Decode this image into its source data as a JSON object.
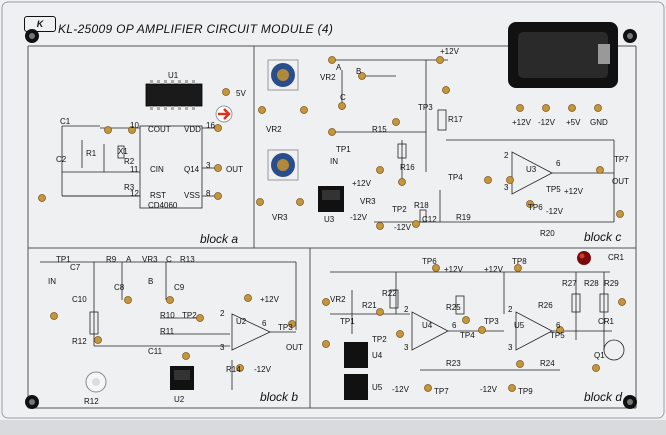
{
  "title": "KL-25009 OP AMPLIFIER CIRCUIT MODULE (4)",
  "logo": "K",
  "power_labels": [
    "+12V",
    "-12V",
    "+5V",
    "GND"
  ],
  "blocks": {
    "a": "block a",
    "b": "block b",
    "c": "block c",
    "d": "block d"
  },
  "block_a": {
    "ic": "U1",
    "ic_name": "CD4060",
    "pins": [
      "COUT",
      "VDD",
      "CIN",
      "Q14",
      "RST",
      "VSS"
    ],
    "pin_numbers": [
      "10",
      "16",
      "11",
      "3",
      "12",
      "8"
    ],
    "parts": [
      "C1",
      "C2",
      "R1",
      "X1",
      "R2",
      "R3"
    ],
    "outputs": [
      "5V",
      "OUT"
    ]
  },
  "block_b": {
    "parts": [
      "TP1",
      "C7",
      "R9",
      "A",
      "VR3",
      "C",
      "C8",
      "B",
      "C9",
      "R13",
      "C10",
      "R10",
      "TP2",
      "R11",
      "R12",
      "C11",
      "U2",
      "R14",
      "TP3"
    ],
    "in": "IN",
    "out": "OUT",
    "rails": [
      "+12V",
      "-12V"
    ],
    "ic": "U2",
    "pot": "R12",
    "opamp_pins": [
      "2",
      "3",
      "6"
    ]
  },
  "block_c": {
    "parts": [
      "VR2",
      "A",
      "B",
      "C",
      "R15",
      "TP1",
      "R16",
      "VR3",
      "TP2",
      "R18",
      "C12",
      "R19",
      "TP3",
      "R17",
      "TP4",
      "U3",
      "TP5",
      "TP6",
      "R20",
      "TP7"
    ],
    "in": "IN",
    "out": "OUT",
    "rails": [
      "+12V",
      "-12V",
      "+12V",
      "-12V",
      "+12V",
      "-12V"
    ],
    "ic": "U3",
    "pot_labels": [
      "VR2",
      "VR3"
    ],
    "opamp_pins": [
      "2",
      "3",
      "6"
    ]
  },
  "block_d": {
    "parts": [
      "VR2",
      "R21",
      "TP1",
      "R22",
      "TP6",
      "TP2",
      "R25",
      "U4",
      "TP3",
      "TP4",
      "TP8",
      "R26",
      "U5",
      "TP5",
      "R23",
      "R24",
      "R27",
      "R28",
      "R29",
      "CR1",
      "CR1",
      "Q1",
      "TP7",
      "TP9",
      "U4",
      "U5"
    ],
    "rails": [
      "+12V",
      "+12V",
      "-12V",
      "-12V"
    ],
    "opamp_pins": [
      "2",
      "3",
      "6",
      "2",
      "3",
      "6"
    ]
  }
}
